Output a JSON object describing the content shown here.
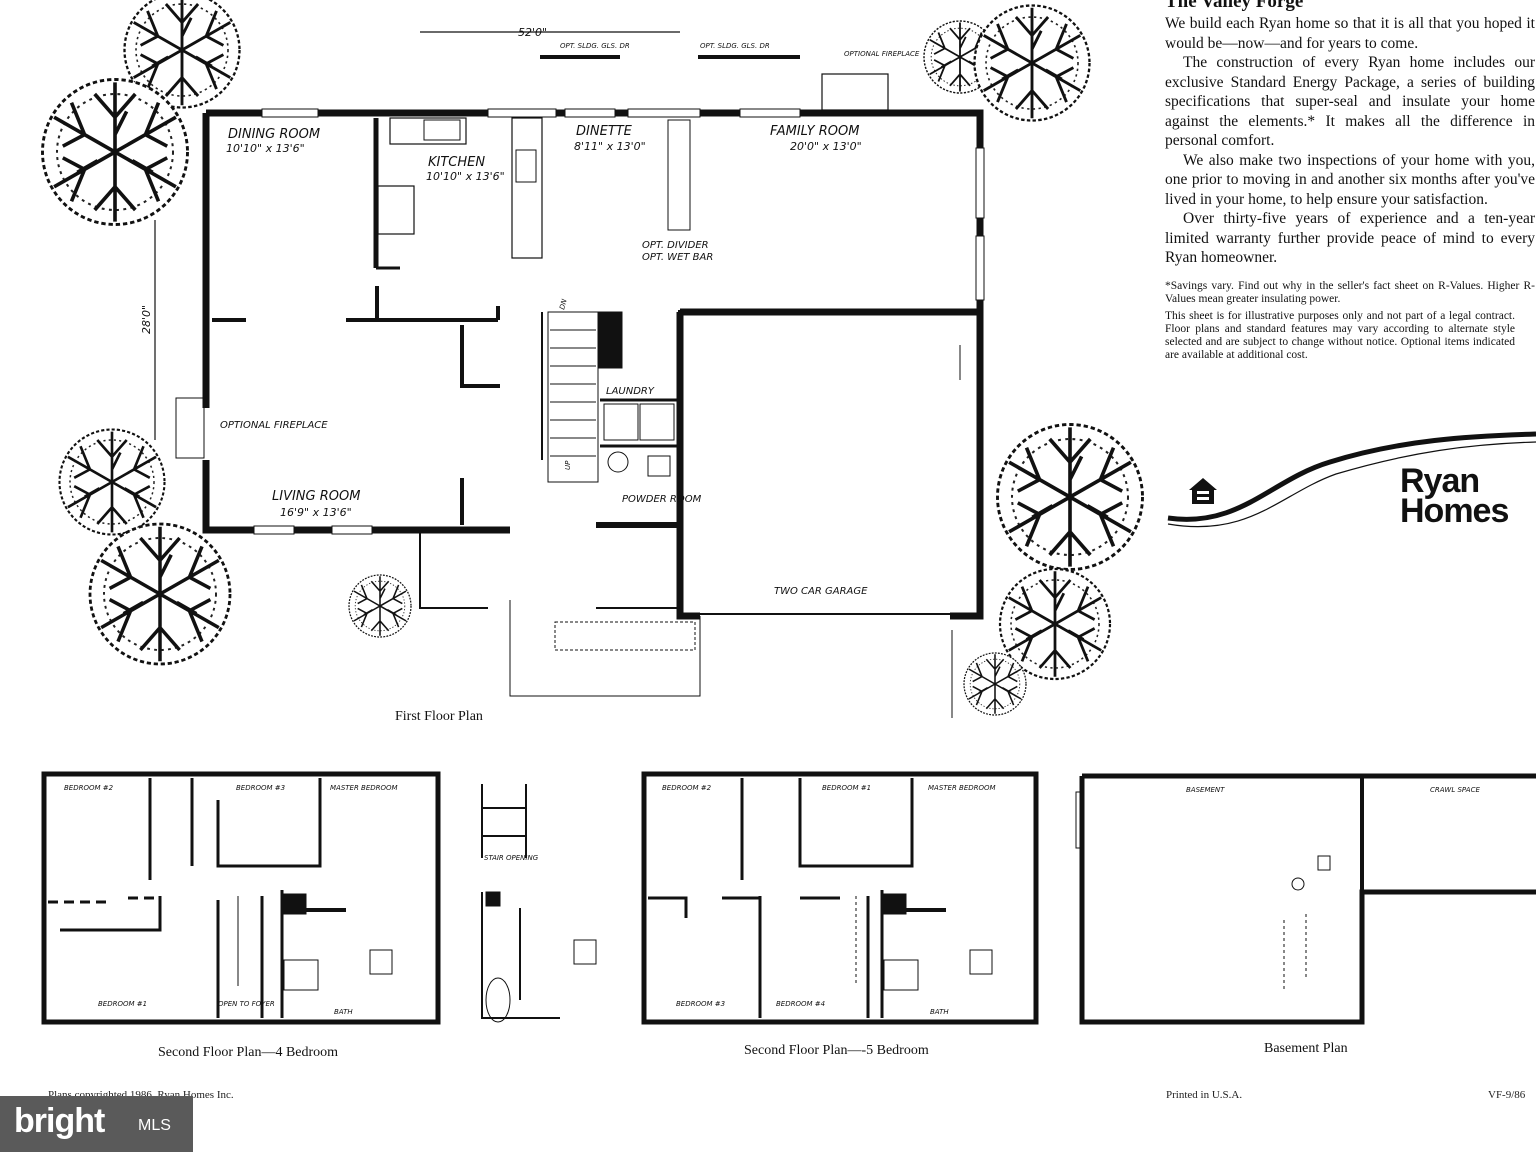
{
  "header": {
    "title": "The Valley Forge",
    "paragraphs": [
      "We build each Ryan home so that it is all that you hoped it would be—now—and for years to come.",
      "The construction of every Ryan home includes our exclusive Standard Energy Package, a series of building specifications that super-seal and insulate your home against the elements.* It makes all the difference in personal comfort.",
      "We also make two inspections of your home with you, one prior to moving in and another six months after you've lived in your home, to help ensure your satisfaction.",
      "Over thirty-five years of experience and a ten-year limited warranty further provide peace of mind to every Ryan homeowner."
    ],
    "footnote": "*Savings vary. Find out why in the seller's fact sheet on R-Values. Higher R-Values mean greater insulating power.",
    "disclaimer": "This sheet is for illustrative purposes only and not part of a legal contract. Floor plans and standard features may vary according to alternate style selected and are subject to change without notice. Optional items indicated are available at additional cost."
  },
  "brand": {
    "line1": "Ryan",
    "line2": "Homes",
    "eho_label": "EQUAL HOUSING OPPORTUNITY"
  },
  "first_floor": {
    "caption": "First Floor Plan",
    "width_dim": "52'0\"",
    "depth_dim": "28'0\"",
    "labels": {
      "door1": "OPT. SLDG. GLS. DR",
      "door2": "OPT. SLDG. GLS. DR",
      "opt_fireplace_top": "OPTIONAL FIREPLACE",
      "opt_divider": "OPT. DIVIDER",
      "opt_wet_bar": "OPT. WET BAR",
      "opt_fireplace_left": "OPTIONAL FIREPLACE",
      "up": "UP",
      "dn": "DN"
    },
    "rooms": [
      {
        "name": "DINING ROOM",
        "dim": "10'10\" x 13'6\""
      },
      {
        "name": "KITCHEN",
        "dim": "10'10\" x 13'6\""
      },
      {
        "name": "DINETTE",
        "dim": "8'11\" x 13'0\""
      },
      {
        "name": "FAMILY ROOM",
        "dim": "20'0\" x 13'0\""
      },
      {
        "name": "LIVING ROOM",
        "dim": "16'9\" x 13'6\""
      },
      {
        "name": "LAUNDRY",
        "dim": ""
      },
      {
        "name": "POWDER ROOM",
        "dim": ""
      },
      {
        "name": "TWO CAR GARAGE",
        "dim": ""
      }
    ]
  },
  "plan4": {
    "caption": "Second Floor Plan—4 Bedroom",
    "labels": [
      "BEDROOM #2",
      "BEDROOM #3",
      "MASTER BEDROOM",
      "BEDROOM #1",
      "OPEN TO FOYER",
      "STAIR OPENING",
      "BATH"
    ]
  },
  "plan5": {
    "caption": "Second Floor Plan—-5 Bedroom",
    "labels": [
      "BEDROOM #2",
      "BEDROOM #1",
      "MASTER BEDROOM",
      "BEDROOM #3",
      "BEDROOM #4",
      "BATH"
    ]
  },
  "basement": {
    "caption": "Basement Plan",
    "labels": [
      "BASEMENT",
      "CRAWL SPACE"
    ]
  },
  "footer": {
    "copyright": "Plans copyrighted 1986, Ryan Homes Inc.",
    "printed": "Printed in U.S.A.",
    "code": "VF-9/86"
  },
  "watermark": {
    "word": "bright",
    "suffix": "MLS"
  }
}
